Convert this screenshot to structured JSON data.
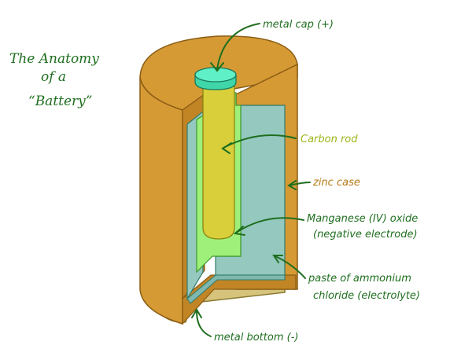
{
  "title": {
    "line1": "The Anatomy",
    "line2": "of a",
    "line3": "“Battery”"
  },
  "labels": {
    "metal_cap": "metal cap (+)",
    "carbon_rod": "Carbon rod",
    "zinc_case": "zinc case",
    "manganese_line1": "Manganese (IV) oxide",
    "manganese_line2": "(negative electrode)",
    "paste_line1": "paste of ammonium",
    "paste_line2": "chloride (electrolyte)",
    "metal_bottom": "metal bottom (-)"
  },
  "colors": {
    "zinc": "#d69a35",
    "zinc_dark": "#b37a1c",
    "paste": "#95c9c0",
    "manganese": "#9ef07a",
    "carbon": "#d8cf3a",
    "cap": "#5ff0c8",
    "bottom": "#d6c47c",
    "label_dark": "#1f6e1f",
    "label_lime": "#9bb51a",
    "label_orange": "#b37a14"
  }
}
